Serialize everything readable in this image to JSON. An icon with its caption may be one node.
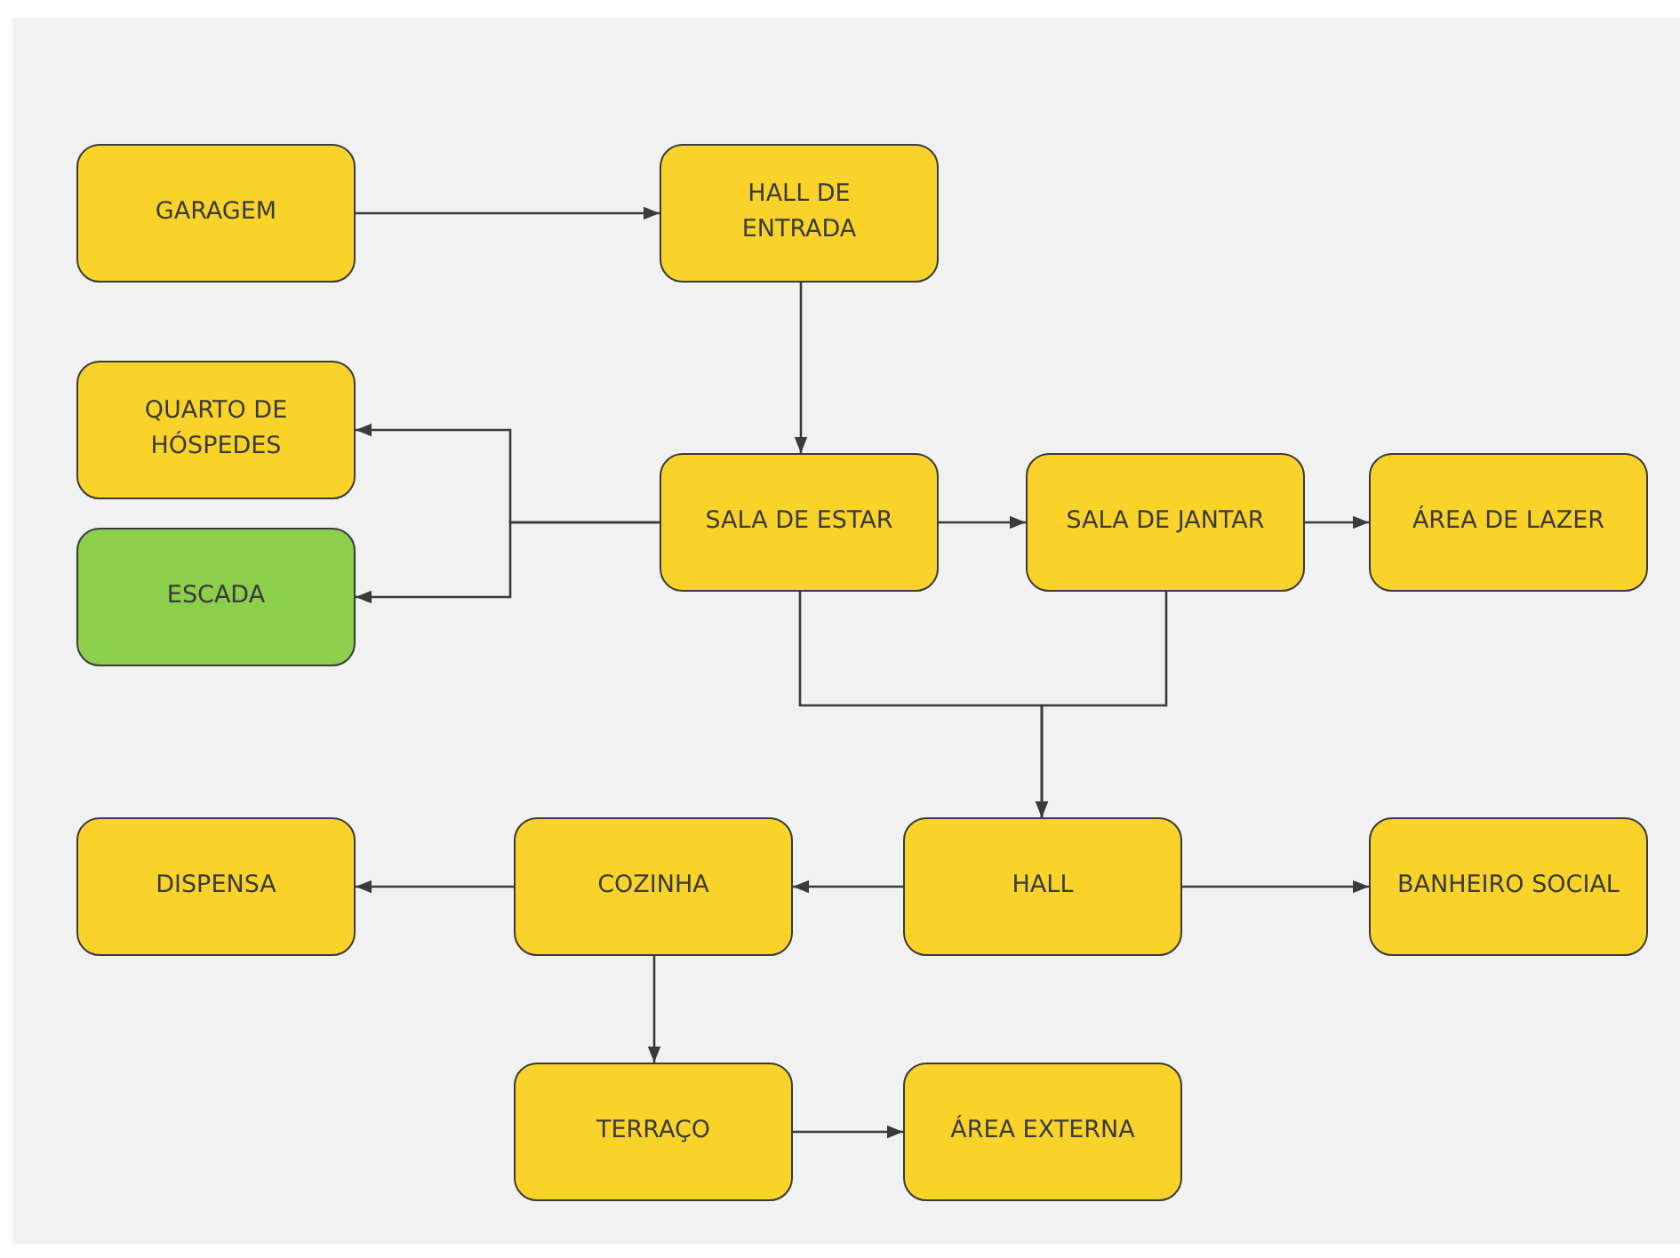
{
  "diagram": {
    "nodes": [
      {
        "text": [
          "GARAGEM"
        ]
      },
      {
        "text": [
          "HALL DE ENTRADA"
        ]
      },
      {
        "text": [
          "QUARTO DE HÓSPEDES"
        ]
      },
      {
        "text": [
          "SALA DE ESTAR"
        ]
      },
      {
        "text": [
          "SALA DE JANTAR"
        ]
      },
      {
        "text": [
          "ÁREA DE LAZER"
        ]
      },
      {
        "text": [
          "ESCADA"
        ]
      },
      {
        "text": [
          "DISPENSA"
        ]
      },
      {
        "text": [
          "COZINHA"
        ]
      },
      {
        "text": [
          "HALL"
        ]
      },
      {
        "text": [
          "BANHEIRO SOCIAL"
        ]
      },
      {
        "text": [
          "TERRAÇO"
        ]
      },
      {
        "text": [
          "ÁREA EXTERNA"
        ]
      }
    ],
    "edges": [
      {
        "from": 0,
        "to": 1,
        "arrow": "to"
      },
      {
        "from": 1,
        "to": 3,
        "arrow": "to"
      },
      {
        "from": 3,
        "to": 2,
        "arrow": "to"
      },
      {
        "from": 3,
        "to": 6,
        "arrow": "to"
      },
      {
        "from": 3,
        "to": 4,
        "arrow": "to"
      },
      {
        "from": 4,
        "to": 5,
        "arrow": "to"
      },
      {
        "from": 3,
        "to": 9,
        "arrow": "to"
      },
      {
        "from": 4,
        "to": 9,
        "arrow": "to"
      },
      {
        "from": 9,
        "to": 8,
        "arrow": "to"
      },
      {
        "from": 8,
        "to": 7,
        "arrow": "to"
      },
      {
        "from": 9,
        "to": 10,
        "arrow": "to"
      },
      {
        "from": 8,
        "to": 11,
        "arrow": "to"
      },
      {
        "from": 11,
        "to": 12,
        "arrow": "to"
      }
    ]
  }
}
